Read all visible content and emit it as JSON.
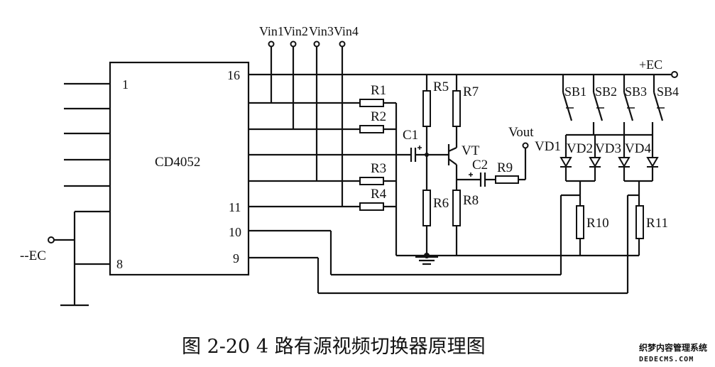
{
  "ic": {
    "name": "CD4052",
    "pins": {
      "p1": "1",
      "p8": "8",
      "p16": "16",
      "p11": "11",
      "p10": "10",
      "p9": "9"
    }
  },
  "inputs": [
    "Vin1",
    "Vin2",
    "Vin3",
    "Vin4"
  ],
  "supply": {
    "positive": "+EC",
    "negative": "--EC"
  },
  "resistors": [
    "R1",
    "R2",
    "R3",
    "R4",
    "R5",
    "R6",
    "R7",
    "R8",
    "R9",
    "R10",
    "R11"
  ],
  "capacitors": [
    "C1",
    "C2"
  ],
  "transistor": "VT",
  "output": "Vout",
  "switches": [
    "SB1",
    "SB2",
    "SB3",
    "SB4"
  ],
  "diodes": [
    "VD1",
    "VD2",
    "VD3",
    "VD4"
  ],
  "caption": "图 2-20  4 路有源视频切换器原理图",
  "watermark": {
    "line1": "织梦内容管理系统",
    "line2": "DEDECMS.COM"
  }
}
